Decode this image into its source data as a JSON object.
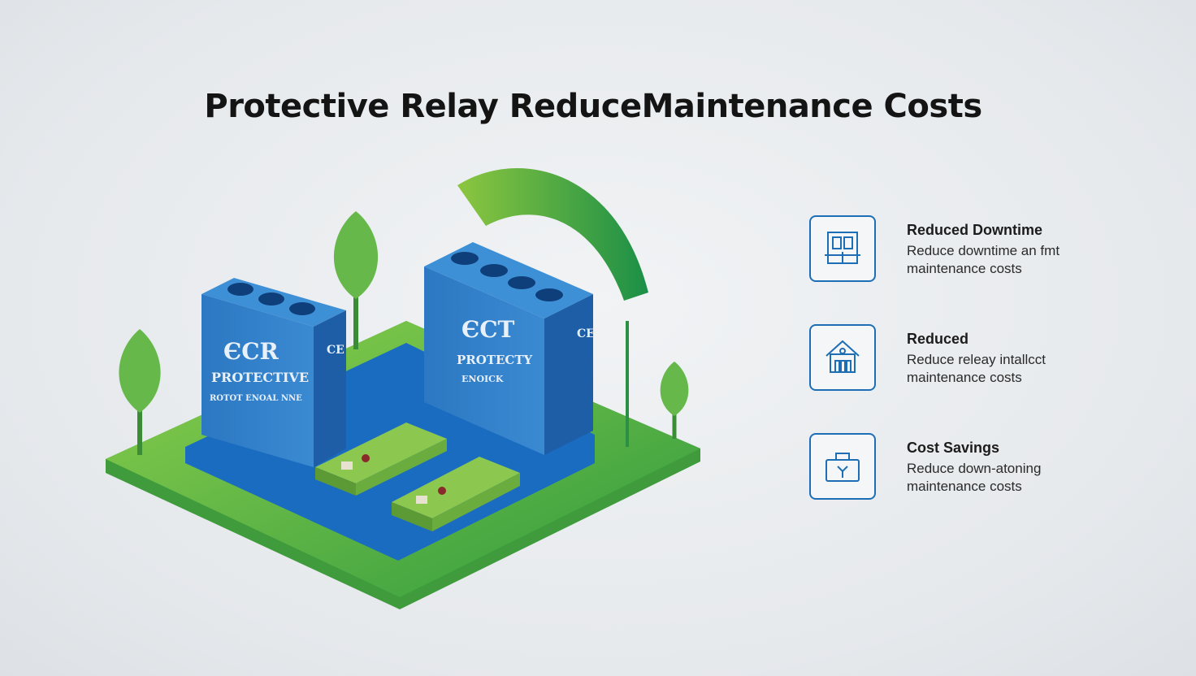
{
  "title": "Protective Relay ReduceMaintenance Costs",
  "colors": {
    "relay_blue": "#2f7ec8",
    "platform_green": "#5bb547",
    "arrow_green": "#1f9a45",
    "icon_border": "#1e6eb5"
  },
  "relays": [
    {
      "logo": "ЄCR",
      "label_1": "PROTECTIVE",
      "label_2": "ROTOT ENOAL NNE",
      "side_mark": "CE"
    },
    {
      "logo": "ЄCT",
      "label_1": "PROTECTY",
      "label_2": "ENOICK",
      "side_mark": "CE"
    }
  ],
  "benefits": [
    {
      "icon": "building-panel-icon",
      "title": "Reduced Downtime",
      "line_1": "Reduce downtime an fmt",
      "line_2": "maintenance costs"
    },
    {
      "icon": "house-icon",
      "title": "Reduced",
      "line_1": "Reduce releay  intallcct",
      "line_2": "maintenance costs"
    },
    {
      "icon": "toolbox-icon",
      "title": "Cost Savings",
      "line_1": "Reduce down-atoning",
      "line_2": "maintenance costs"
    }
  ]
}
